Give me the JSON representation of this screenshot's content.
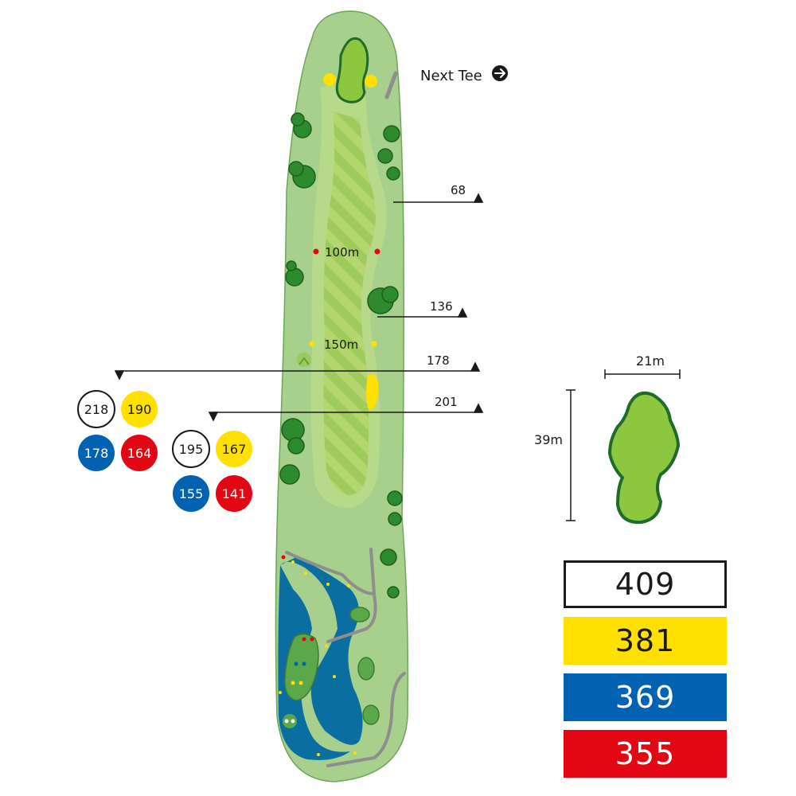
{
  "next_tee": {
    "label": "Next Tee",
    "icon": "arrow-right-icon"
  },
  "distance_markers": [
    {
      "label": "68"
    },
    {
      "label": "136"
    },
    {
      "label": "178"
    },
    {
      "label": "201"
    }
  ],
  "fairway_markers": [
    {
      "label": "100m"
    },
    {
      "label": "150m"
    }
  ],
  "hazard_distances": {
    "group_1": {
      "white": "218",
      "yellow": "190",
      "blue": "178",
      "red": "164"
    },
    "group_2": {
      "white": "195",
      "yellow": "167",
      "blue": "155",
      "red": "141"
    }
  },
  "green": {
    "width_label": "21m",
    "depth_label": "39m"
  },
  "tee_lengths": [
    {
      "tee": "white",
      "value": "409",
      "color": "#ffffff"
    },
    {
      "tee": "yellow",
      "value": "381",
      "color": "#ffe000"
    },
    {
      "tee": "blue",
      "value": "369",
      "color": "#0062b0"
    },
    {
      "tee": "red",
      "value": "355",
      "color": "#e30613"
    }
  ],
  "colors": {
    "rough": "#a8d08d",
    "fairway": "#9fcb5c",
    "green": "#8dc63f",
    "green_outline": "#1f6b2a",
    "water": "#0a6fa0",
    "trees": "#2d8a2d",
    "bunker": "#ffe000",
    "path": "#8e8e8e"
  }
}
